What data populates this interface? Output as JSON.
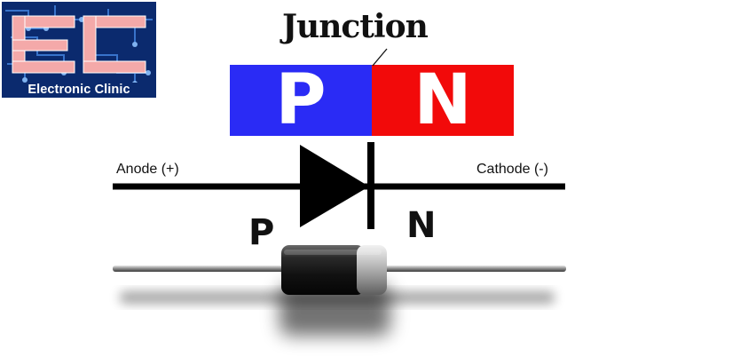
{
  "logo": {
    "text": "Electronic Clinic",
    "colors": {
      "background": "#0b2a6e",
      "circuit": "#3d7bd6",
      "letters": "#f4a9a9"
    }
  },
  "diagram": {
    "junction_label": "Junction",
    "p_region_letter": "P",
    "n_region_letter": "N",
    "anode_label": "Anode (+)",
    "cathode_label": "Cathode (-)",
    "bottom_p_label": "P",
    "bottom_n_label": "N"
  },
  "colors": {
    "p_region": "#2a2bf5",
    "n_region": "#f20a0a",
    "symbol": "#000000"
  }
}
